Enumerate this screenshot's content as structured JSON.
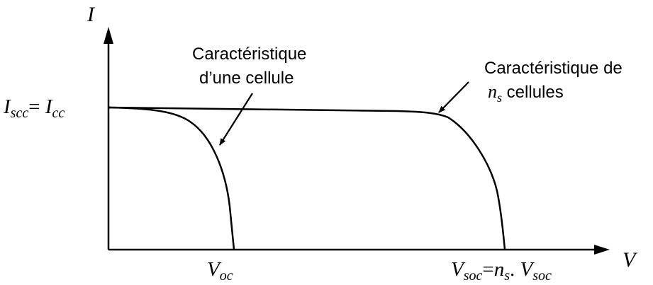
{
  "axes": {
    "y_label": "I",
    "x_label": "V"
  },
  "labels": {
    "isc": {
      "main1": "I",
      "sub1": "scc",
      "eq": "= ",
      "main2": "I",
      "sub2": "cc"
    },
    "voc": {
      "main": "V",
      "sub": "oc"
    },
    "vsoc": {
      "main1": "V",
      "sub1": "soc",
      "eq": "=",
      "main2": "n",
      "sub2": "s",
      "dot": ". ",
      "main3": "V",
      "sub3": "soc"
    },
    "single_cell": {
      "line1": "Caractéristique",
      "line2": "d’une cellule"
    },
    "ns_cells": {
      "line1": "Caractéristique de",
      "n": "n",
      "n_sub": "s",
      "rest": " cellules"
    }
  },
  "colors": {
    "stroke": "#000000",
    "background": "#ffffff"
  }
}
